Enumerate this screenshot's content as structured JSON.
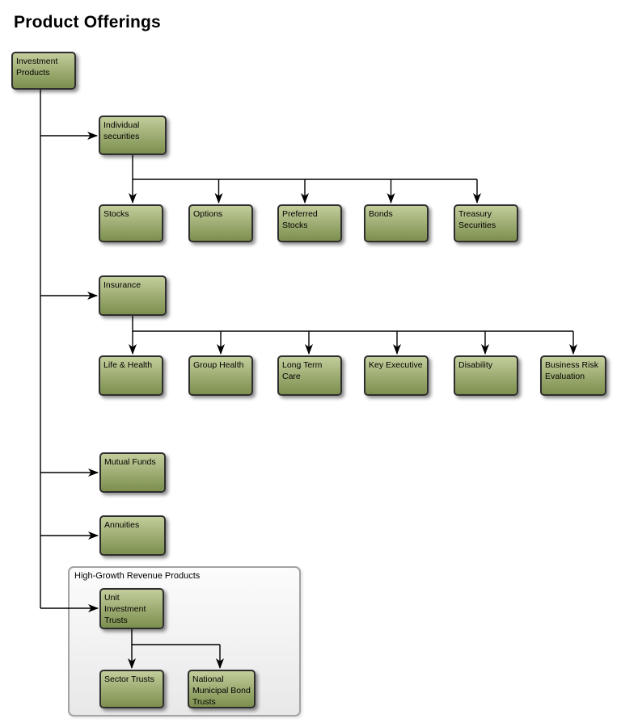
{
  "title": "Product Offerings",
  "colors": {
    "title_color": "#000000",
    "node_fill_top": "#c2cd9b",
    "node_fill_bottom": "#7c8f4e",
    "node_border": "#2e2e2e",
    "node_text": "#000000",
    "connector": "#000000",
    "group_border": "#a3a3a3",
    "group_fill_top": "#fcfcfc",
    "group_fill_bottom": "#e8e8e8",
    "group_label_color": "#000000"
  },
  "diagram": {
    "root": {
      "label": "Investment\nProducts"
    },
    "branches": [
      {
        "label": "Individual\nsecurities",
        "children": [
          {
            "label": "Stocks"
          },
          {
            "label": "Options"
          },
          {
            "label": "Preferred\nStocks"
          },
          {
            "label": "Bonds"
          },
          {
            "label": "Treasury\nSecurities"
          }
        ]
      },
      {
        "label": "Insurance",
        "children": [
          {
            "label": "Life & Health"
          },
          {
            "label": "Group Health"
          },
          {
            "label": "Long Term\nCare"
          },
          {
            "label": "Key Executive"
          },
          {
            "label": "Disability"
          },
          {
            "label": "Business Risk\nEvaluation"
          }
        ]
      },
      {
        "label": "Mutual Funds",
        "children": []
      },
      {
        "label": "Annuities",
        "children": []
      },
      {
        "label": "Unit\nInvestment\nTrusts",
        "group_label": "High-Growth Revenue Products",
        "children": [
          {
            "label": "Sector Trusts"
          },
          {
            "label": "National\nMunicipal Bond\nTrusts"
          }
        ]
      }
    ]
  }
}
